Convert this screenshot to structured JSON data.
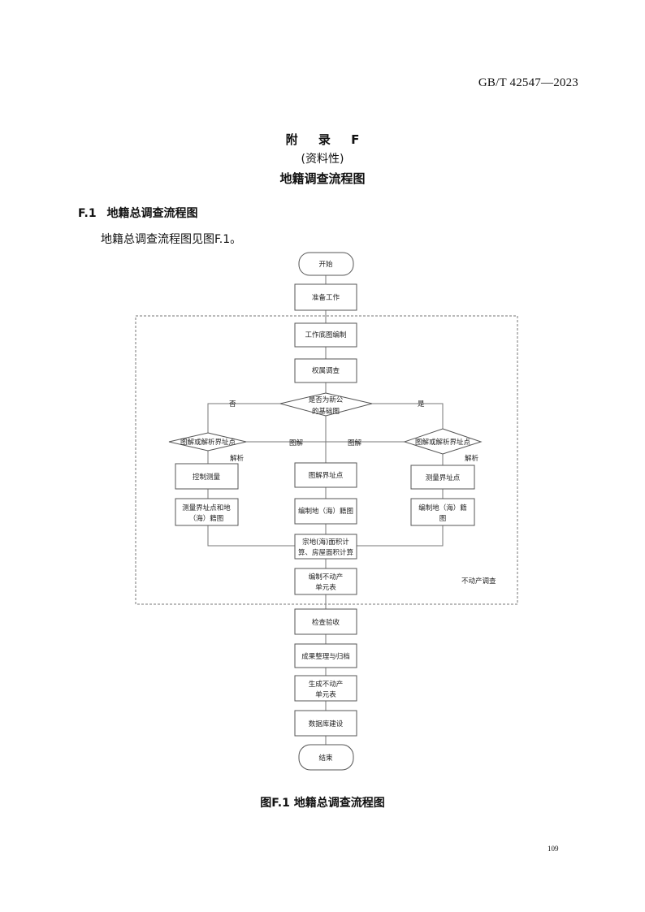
{
  "header": {
    "standard_number": "GB/T 42547—2023"
  },
  "appendix": {
    "label": "附 录 F",
    "nature": "(资料性)",
    "title": "地籍调查流程图"
  },
  "section": {
    "number": "F.1",
    "title": "地籍总调查流程图",
    "text": "地籍总调查流程图见图F.1。"
  },
  "flowchart": {
    "start": "开始",
    "prepare": "准备工作",
    "base_map": "工作底图编制",
    "field_survey": "权属调查",
    "decision_main": [
      "是否为新公",
      "的基础图"
    ],
    "no_label": "否",
    "yes_label": "是",
    "decision_left": "图解或解析界址点",
    "decision_right": "图解或解析界址点",
    "branch_graphic_left": "图解",
    "branch_graphic_right": "图解",
    "analytic_left": "解析",
    "analytic_right": "解析",
    "control_survey": "控制测量",
    "survey_boundary_left": [
      "测量界址点和地",
      "（海）籍图"
    ],
    "graphic_boundary": "图解界址点",
    "compile_map_mid": "编制地（海）籍图",
    "survey_boundary_right": "测量界址点",
    "compile_map_right": [
      "编制地（海）籍",
      "图"
    ],
    "area_calc": [
      "宗地(海)面积计",
      "算、房屋面积计算"
    ],
    "compile_unit_table": [
      "编制不动产",
      "单元表"
    ],
    "dashed_region_label": "不动产调查",
    "inspection": "检查验收",
    "organize_archive": "成果整理与归档",
    "generate_unit_table": [
      "生成不动产",
      "单元表"
    ],
    "db_build": "数据库建设",
    "end": "结束"
  },
  "figure_caption": "图F.1 地籍总调查流程图",
  "page_number": "109"
}
